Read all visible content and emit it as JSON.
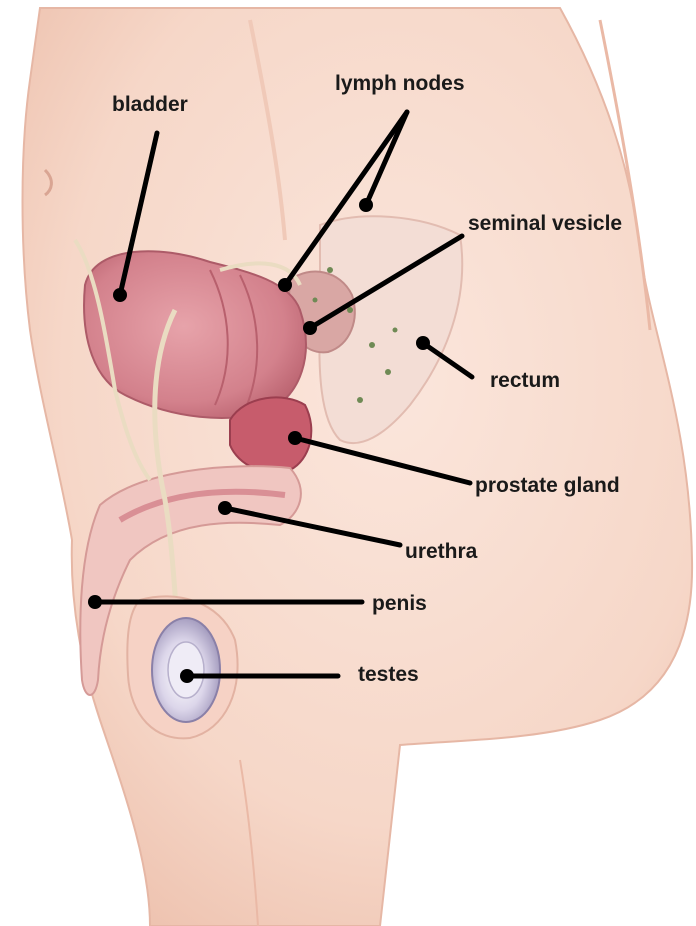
{
  "labels": {
    "bladder": "bladder",
    "lymph_nodes": "lymph nodes",
    "seminal_vesicle": "seminal vesicle",
    "rectum": "rectum",
    "prostate_gland": "prostate gland",
    "urethra": "urethra",
    "penis": "penis",
    "testes": "testes"
  },
  "colors": {
    "skin": "#f8dccf",
    "skin_shade": "#eec3b1",
    "bladder": "#d98a93",
    "bladder_dark": "#b9646f",
    "prostate": "#c65c6c",
    "rectum": "#f2d8d0",
    "vas_deferens": "#efe4cf",
    "testis": "#d9d3e6",
    "leader": "#000000"
  }
}
